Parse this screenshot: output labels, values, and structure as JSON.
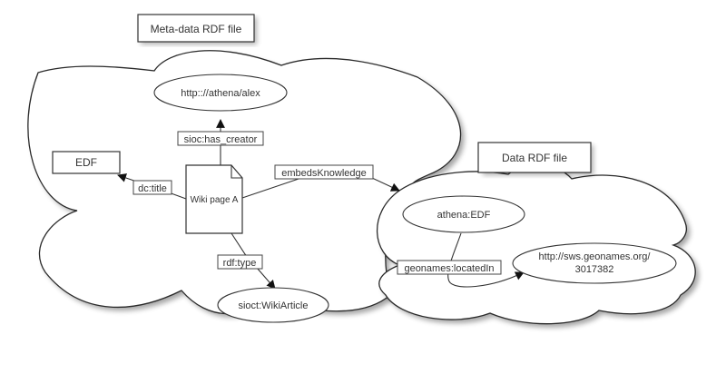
{
  "diagram": {
    "containers": {
      "metadata": {
        "title": "Meta-data RDF file"
      },
      "data": {
        "title": "Data RDF file"
      }
    },
    "nodes": {
      "wiki_page": {
        "label": "Wiki page A",
        "shape": "document"
      },
      "alex": {
        "label": "http:://athena/alex",
        "shape": "ellipse"
      },
      "edf_literal": {
        "label": "EDF",
        "shape": "rectangle"
      },
      "wiki_article": {
        "label": "sioct:WikiArticle",
        "shape": "ellipse"
      },
      "athena_edf": {
        "label": "athena:EDF",
        "shape": "ellipse"
      },
      "geonames_line1": {
        "label": "http://sws.geonames.org/",
        "shape": "ellipse"
      },
      "geonames_line2": {
        "label": "3017382"
      }
    },
    "edges": {
      "has_creator": {
        "label": "sioc:has_creator",
        "from": "Wiki page A",
        "to": "http:://athena/alex"
      },
      "dc_title": {
        "label": "dc:title",
        "from": "Wiki page A",
        "to": "EDF"
      },
      "rdf_type": {
        "label": "rdf:type",
        "from": "Wiki page A",
        "to": "sioct:WikiArticle"
      },
      "embeds": {
        "label": "embedsKnowledge",
        "from": "Wiki page A",
        "to": "Data RDF file"
      },
      "located_in": {
        "label": "geonames:locatedIn",
        "from": "athena:EDF",
        "to": "http://sws.geonames.org/3017382"
      }
    }
  }
}
